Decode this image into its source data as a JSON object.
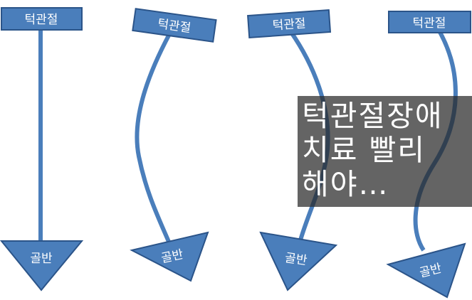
{
  "figures": [
    {
      "top_label": "턱관절",
      "bottom_label": "골반"
    },
    {
      "top_label": "턱관절",
      "bottom_label": "골반"
    },
    {
      "top_label": "턱관절",
      "bottom_label": "골반"
    },
    {
      "top_label": "턱관절",
      "bottom_label": "골반"
    }
  ],
  "caption": {
    "line1": "턱관절장애",
    "line2": "치료 빨리",
    "line3": "해야…"
  },
  "colors": {
    "box_fill": "#4a7ebb",
    "box_stroke": "#2b5489",
    "line": "#4a7ebb",
    "overlay": "#333333"
  }
}
